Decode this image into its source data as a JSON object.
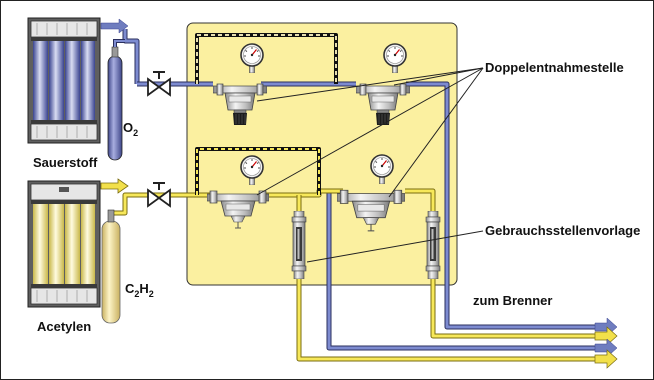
{
  "labels": {
    "oxygen_formula": "O",
    "oxygen_subscript": "2",
    "oxygen_name": "Sauerstoff",
    "acetylene_formula_c": "C",
    "acetylene_sub_1": "2",
    "acetylene_formula_h": "H",
    "acetylene_sub_2": "2",
    "acetylene_name": "Acetylen",
    "double_outlet": "Doppelentnahmestelle",
    "point_of_use": "Gebrauchsstellenvorlage",
    "to_burner": "zum Brenner"
  },
  "colors": {
    "panel": "#fbf0a0",
    "oxygen_line": "#6f7dbf",
    "acetylene_line": "#f2e04a",
    "oxygen_cylinder": "#6a72b0",
    "acetylene_cylinder": "#f3e48a"
  },
  "icons": [
    "gas-cylinder-rack",
    "gas-cylinder",
    "valve",
    "pressure-gauge",
    "pressure-regulator",
    "flashback-arrestor",
    "flow-arrow"
  ]
}
